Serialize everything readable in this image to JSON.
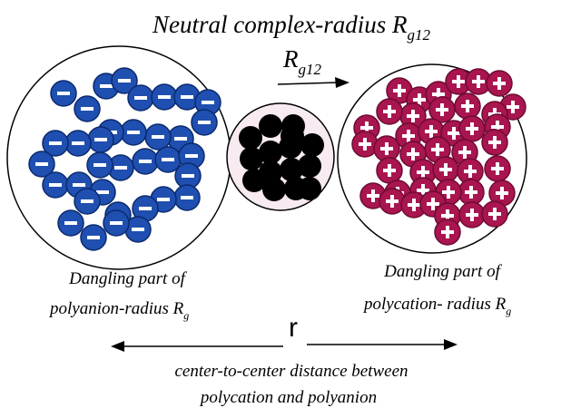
{
  "title": {
    "main": "Neutral complex-radius R",
    "sub": "g12"
  },
  "arrow_label": {
    "main": "R",
    "sub": "g12"
  },
  "left_caption": {
    "line1": "Dangling  part of",
    "line2_main": "polyanion-radius R",
    "line2_sub": "g"
  },
  "right_caption": {
    "line1": "Dangling part of",
    "line2_main": "polycation- radius R",
    "line2_sub": "g"
  },
  "distance_label": "r",
  "distance_caption": {
    "line1": "center-to-center distance between",
    "line2": "polycation and polyanion"
  },
  "particles": {
    "anion": {
      "symbol": "−",
      "fill": "#1f4fb0",
      "stroke": "#0b2a6e"
    },
    "cation": {
      "symbol": "+",
      "fill": "#a8154f",
      "stroke": "#6e0b33"
    },
    "neutral": {
      "fill": "#000000",
      "background": "#f7eaf1"
    }
  }
}
